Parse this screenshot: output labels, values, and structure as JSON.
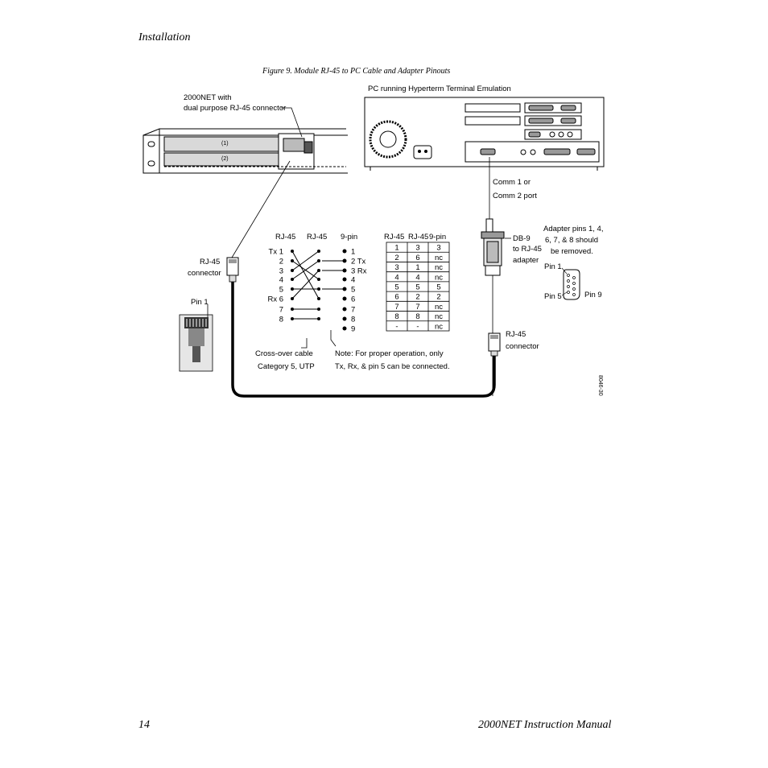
{
  "page": {
    "header_title": "Installation",
    "figure_caption": "Figure 9.  Module RJ-45 to PC Cable and Adapter Pinouts",
    "footer_page_number": "14",
    "footer_manual_title": "2000NET Instruction Manual"
  },
  "diagram": {
    "pc_label": "PC running Hyperterm Terminal Emulation",
    "module_label_line1": "2000NET with",
    "module_label_line2": "dual purpose RJ-45 connector",
    "slot1_label": "(1)",
    "slot2_label": "(2)",
    "rj45_left_line1": "RJ-45",
    "rj45_left_line2": "connector",
    "pin1_label": "Pin 1",
    "comm_line1": "Comm 1 or",
    "comm_line2": "Comm 2 port",
    "db9_line1": "DB-9",
    "db9_line2": "to RJ-45",
    "db9_line3": "adapter",
    "adapter_note_line1": "Adapter pins 1, 4,",
    "adapter_note_line2": "6, 7, & 8 should",
    "adapter_note_line3": "be removed.",
    "adapter_pin1": "Pin 1",
    "adapter_pin5": "Pin 5",
    "adapter_pin9": "Pin 9",
    "rj45_right_line1": "RJ-45",
    "rj45_right_line2": "connector",
    "crossover_line1": "Cross-over cable",
    "crossover_line2": "Category 5, UTP",
    "note_line1": "Note: For proper operation, only",
    "note_line2": "Tx, Rx, & pin 5 can be connected.",
    "figure_number": "8046-30",
    "wiring": {
      "header_rj45_a": "RJ-45",
      "header_rj45_b": "RJ-45",
      "header_9pin": "9-pin",
      "left_pins": [
        "Tx 1",
        "2",
        "3",
        "4",
        "5",
        "Rx  6",
        "7",
        "8"
      ],
      "right_pins": [
        "1",
        "2 Tx",
        "3 Rx",
        "4",
        "5",
        "6",
        "7",
        "8",
        "9"
      ]
    },
    "pinout_table": {
      "headers": [
        "RJ-45",
        "RJ-45",
        "9-pin"
      ],
      "rows": [
        [
          "1",
          "3",
          "3"
        ],
        [
          "2",
          "6",
          "nc"
        ],
        [
          "3",
          "1",
          "nc"
        ],
        [
          "4",
          "4",
          "nc"
        ],
        [
          "5",
          "5",
          "5"
        ],
        [
          "6",
          "2",
          "2"
        ],
        [
          "7",
          "7",
          "nc"
        ],
        [
          "8",
          "8",
          "nc"
        ],
        [
          "-",
          "-",
          "nc"
        ]
      ]
    }
  }
}
